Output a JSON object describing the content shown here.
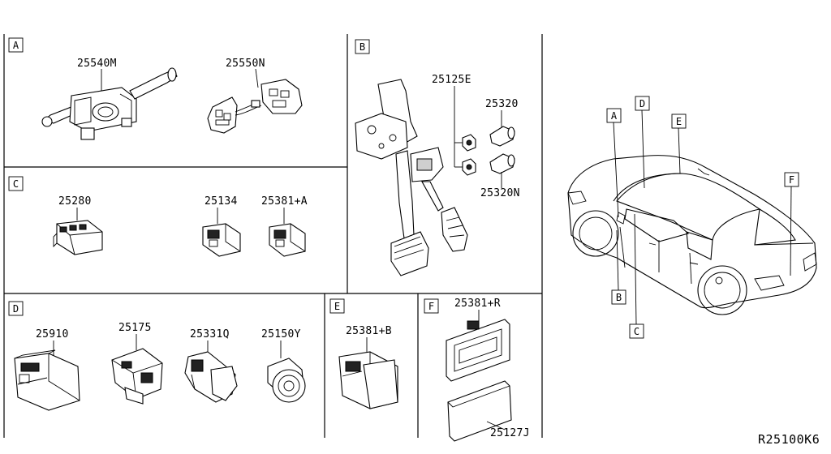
{
  "sections": {
    "A": {
      "label": "A",
      "parts": [
        "25540M",
        "25550N"
      ]
    },
    "B": {
      "label": "B",
      "parts": [
        "25125E",
        "25320",
        "25320N"
      ]
    },
    "C": {
      "label": "C",
      "parts": [
        "25280",
        "25134",
        "25381+A"
      ]
    },
    "D": {
      "label": "D",
      "parts": [
        "25910",
        "25175",
        "25331Q",
        "25150Y"
      ]
    },
    "E": {
      "label": "E",
      "parts": [
        "25381+B"
      ]
    },
    "F": {
      "label": "F",
      "parts": [
        "25381+R",
        "25127J"
      ]
    }
  },
  "vehicle_callouts": [
    "A",
    "D",
    "E",
    "F",
    "B",
    "C"
  ],
  "footer": {
    "diagram_id": "R25100K6"
  }
}
